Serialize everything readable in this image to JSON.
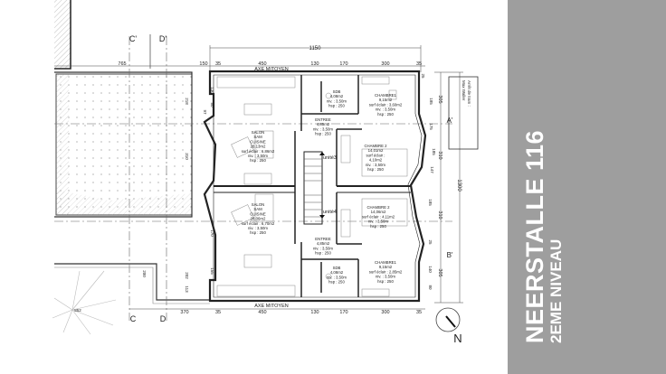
{
  "title": "NEERSTALLE 116",
  "subtitle": "2EME NIVEAU",
  "plan": {
    "section_marks": {
      "c_top": "C'",
      "d_top": "D'",
      "c_bottom": "C",
      "d_bottom": "D",
      "a": "A'",
      "b": "B'"
    },
    "axis_top": "AXE MITOYEN",
    "axis_bottom": "AXE MITOYEN",
    "overall_width": "1150",
    "overall_height": "1300",
    "top_dims": [
      "765",
      "150",
      "35",
      "450",
      "130",
      "170",
      "300",
      "35"
    ],
    "bottom_dims": [
      "370",
      "35",
      "450",
      "130",
      "170",
      "300",
      "35"
    ],
    "right_dims": [
      "305",
      "310",
      "310",
      "305"
    ],
    "right_wall_dims": [
      "25",
      "185",
      "175",
      "185",
      "147",
      "185",
      "25",
      "140",
      "80"
    ],
    "left_dims": [
      "218",
      "310",
      "202",
      "113",
      "200",
      "852",
      "97",
      "130",
      "80",
      "170",
      "155"
    ],
    "stair_top": "unité3",
    "stair_bottom": "unité4",
    "north": "N",
    "note": [
      "Arrêt de tram :",
      "Max Waller"
    ],
    "rooms": [
      {
        "id": "salon-top",
        "lines": [
          "SALON",
          "SAM",
          "CUISINE",
          "28,13m2",
          "surf éclair : 6,86m2",
          "niv. : 3,50m",
          "hsp : 250"
        ]
      },
      {
        "id": "sdb-top",
        "lines": [
          "SDB",
          "4,08m2",
          "niv. : 3,50m",
          "hsp : 250"
        ]
      },
      {
        "id": "chambre1-top",
        "lines": [
          "CHAMBRE1",
          "9,15m2",
          "surf éclair : 3,60m2",
          "niv. : 3,50m",
          "hsp : 250"
        ]
      },
      {
        "id": "entree-top",
        "lines": [
          "ENTREE",
          "4,85m2",
          "niv. : 3,50m",
          "hsp : 250"
        ]
      },
      {
        "id": "chambre2-top",
        "lines": [
          "CHAMBRE 2",
          "14,01m2",
          "surf éclair :",
          "4,10m2",
          "niv. : 3,50m",
          "hsp : 250"
        ]
      },
      {
        "id": "salon-bottom",
        "lines": [
          "SALON",
          "SAM",
          "CUISINE",
          "28,06m2",
          "surf éclair : 6,70m2",
          "niv. : 3,50m",
          "hsp : 250"
        ]
      },
      {
        "id": "chambre2-bottom",
        "lines": [
          "CHAMBRE 2",
          "14,06m2",
          "surf éclair : 4,11m2",
          "niv. : 3,50m",
          "hsp : 250"
        ]
      },
      {
        "id": "entree-bottom",
        "lines": [
          "ENTREE",
          "4,85m2",
          "niv. : 3,50m",
          "hsp : 250"
        ]
      },
      {
        "id": "sdb-bottom",
        "lines": [
          "SDB",
          "4,08m2",
          "niv. : 3,50m",
          "hsp : 250"
        ]
      },
      {
        "id": "chambre1-bottom",
        "lines": [
          "CHAMBRE1",
          "9,15m2",
          "surf éclair : 2,85m2",
          "niv. : 3,50m",
          "hsp : 250"
        ]
      }
    ]
  }
}
